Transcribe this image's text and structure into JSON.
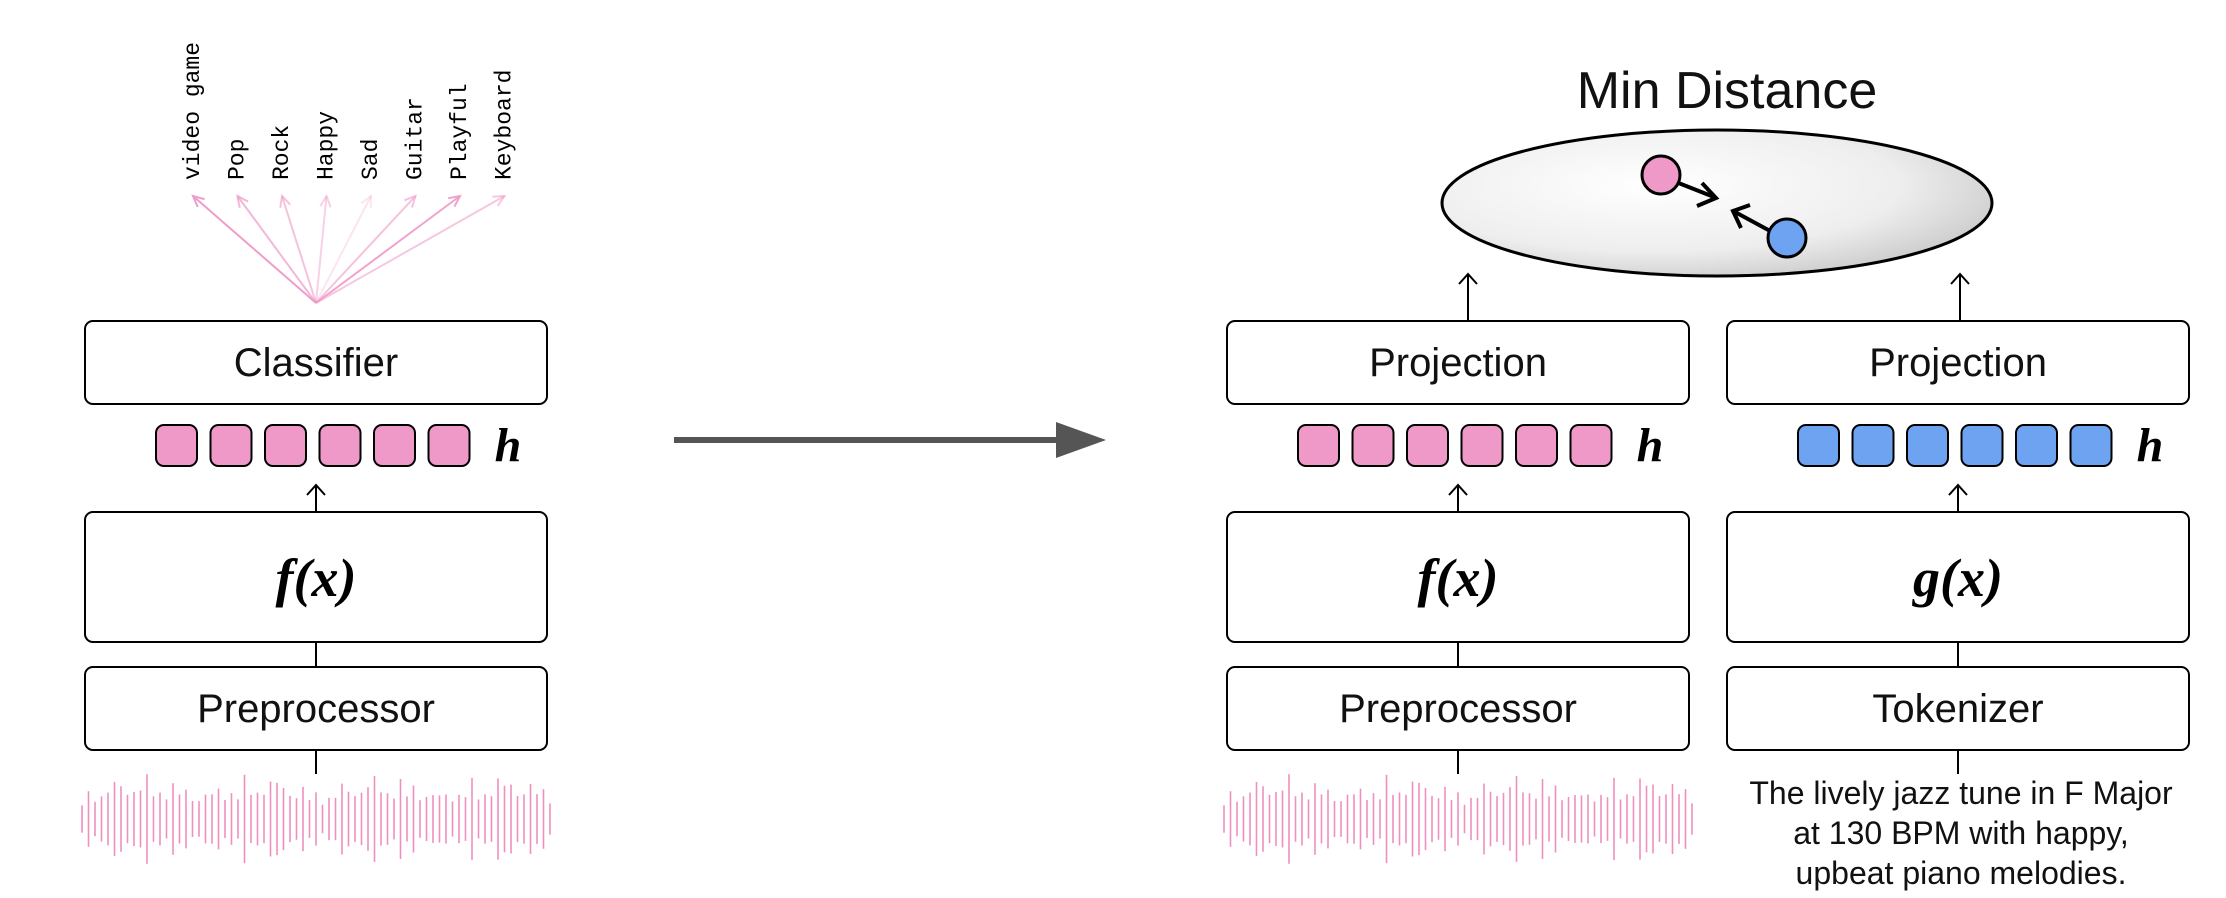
{
  "left": {
    "classifier_label": "Classifier",
    "embedding_label": "h",
    "encoder_label": "f(x)",
    "preprocessor_label": "Preprocessor",
    "classes": [
      "video game",
      "Pop",
      "Rock",
      "Happy",
      "Sad",
      "Guitar",
      "Playful",
      "Keyboard"
    ]
  },
  "right": {
    "title": "Min Distance",
    "audio": {
      "projection_label": "Projection",
      "embedding_label": "h",
      "encoder_label": "f(x)",
      "preprocessor_label": "Preprocessor"
    },
    "text": {
      "projection_label": "Projection",
      "embedding_label": "h",
      "encoder_label": "g(x)",
      "tokenizer_label": "Tokenizer",
      "caption_lines": [
        "The lively jazz tune in F Major",
        "at 130 BPM with happy,",
        "upbeat piano melodies."
      ]
    }
  },
  "colors": {
    "audio_embedding": "#ee99c8",
    "text_embedding": "#6ea3f2",
    "waveform": "#ee8fc0",
    "arrow": "#555555"
  }
}
